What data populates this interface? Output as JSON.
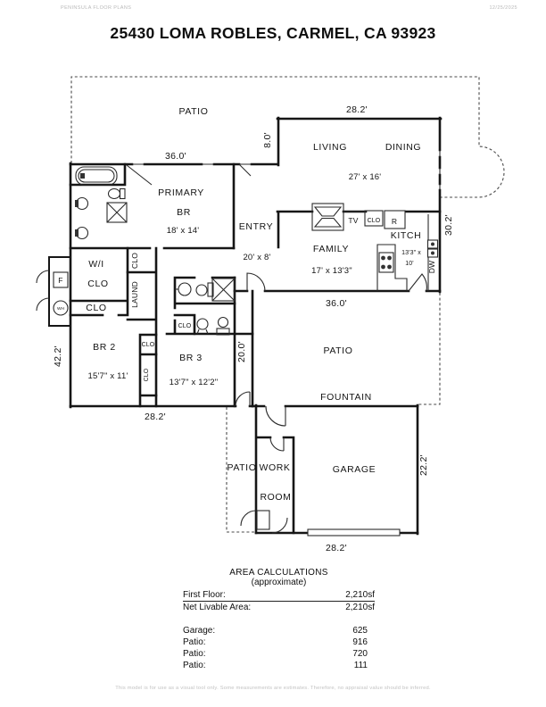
{
  "header": {
    "left": "PENINSULA FLOOR PLANS",
    "right": "12/25/2025"
  },
  "title": "25430 LOMA ROBLES, CARMEL, CA  93923",
  "plan": {
    "labels": {
      "patio_top": "PATIO",
      "dim_west_top": "36.0'",
      "dim_living_top": "28.2'",
      "dim_jog": "8.0'",
      "living": "LIVING",
      "dining": "DINING",
      "living_size": "27' x 16'",
      "dim_east": "30.2'",
      "primary_line1": "PRIMARY",
      "primary_line2": "BR",
      "primary_size": "18' x 14'",
      "entry": "ENTRY",
      "entry_size": "20' x 8'",
      "family": "FAMILY",
      "family_size": "17' x 13'3\"",
      "tv": "TV",
      "clo_family": "CLO",
      "refrigerator": "R",
      "kitchen": "KITCH",
      "kitchen_size1": "13'3\" x",
      "kitchen_size2": "10'",
      "dishwasher": "DW",
      "wi": "W/I",
      "wi_clo": "CLO",
      "clo_hall_vert": "CLO",
      "laundry": "LAUND",
      "clo_under_wi": "CLO",
      "furnace": "F",
      "water_heater": "WH",
      "dim_west_left": "42.2'",
      "br2": "BR 2",
      "br2_size": "15'7\" x 11'",
      "clo_mid_top": "CLO",
      "clo_mid_bottom": "CLO",
      "br3": "BR 3",
      "br3_size": "13'7\" x 12'2\"",
      "clo_bath": "CLO",
      "dim_patio_left": "20.0'",
      "dim_family_bottom": "36.0'",
      "patio_mid": "PATIO",
      "fountain": "FOUNTAIN",
      "patio_small": "PATIO",
      "work": "WORK",
      "room": "ROOM",
      "garage": "GARAGE",
      "dim_garage_right": "22.2'",
      "dim_garage_bottom": "28.2'",
      "dim_west_bottom": "28.2'"
    }
  },
  "area_calculations": {
    "title": "AREA CALCULATIONS",
    "subtitle": "(approximate)",
    "summary": [
      {
        "label": "First  Floor:",
        "value": "2,210sf"
      },
      {
        "label": "Net Livable Area:",
        "value": "2,210sf"
      }
    ],
    "items": [
      {
        "label": "Garage:",
        "value": "625"
      },
      {
        "label": "Patio:",
        "value": "916"
      },
      {
        "label": "Patio:",
        "value": "720"
      },
      {
        "label": "Patio:",
        "value": "111"
      }
    ]
  },
  "footer": "This model is for use as a visual tool only. Some measurements are estimates. Therefore, no appraisal value should be inferred."
}
